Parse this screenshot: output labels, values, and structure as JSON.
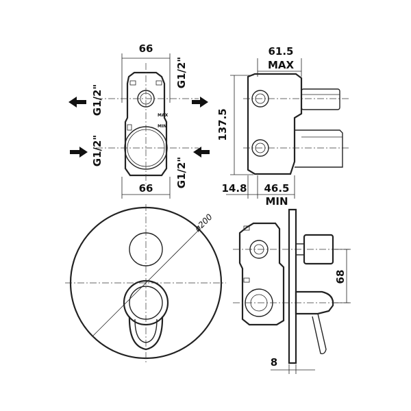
{
  "dimensions": {
    "top_width": "66",
    "bottom_width": "66",
    "depth_max": "61.5",
    "max_label": "MAX",
    "height": "137.5",
    "offset": "14.8",
    "depth_min": "46.5",
    "min_label": "MIN",
    "plate_diameter": "ø200",
    "spacing": "68",
    "plate_thickness": "8"
  },
  "threads": {
    "left_top": "G1/2\"",
    "left_bottom": "G1/2\"",
    "right_top": "G1/2\"",
    "right_bottom": "G1/2\""
  },
  "body_marks": {
    "max": "MAX",
    "min": "MIN"
  },
  "flow_arrows": [
    {
      "side": "left-top",
      "direction": "out"
    },
    {
      "side": "right-top",
      "direction": "out"
    },
    {
      "side": "left-bottom",
      "direction": "in"
    },
    {
      "side": "right-bottom",
      "direction": "in"
    }
  ]
}
